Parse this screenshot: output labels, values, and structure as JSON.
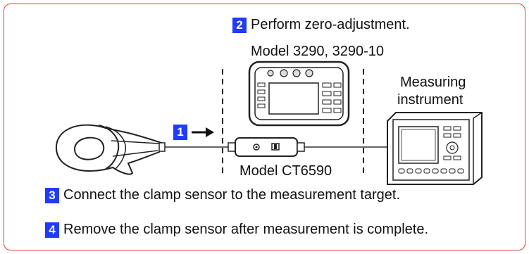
{
  "step2": {
    "number": "2",
    "text": "Perform zero-adjustment."
  },
  "model_3290": "Model 3290, 3290-10",
  "measuring_instrument": {
    "line1": "Measuring",
    "line2": "instrument"
  },
  "step1": {
    "number": "1"
  },
  "model_ct6590": "Model CT6590",
  "step3": {
    "number": "3",
    "text": "Connect the clamp sensor to the measurement target."
  },
  "step4": {
    "number": "4",
    "text": "Remove the clamp sensor after measurement is complete."
  },
  "colors": {
    "frame": "#e04040",
    "badge": "#1f3bff"
  },
  "icons": [
    "clamp-sensor-icon",
    "arrow-right-icon",
    "ct6590-adapter-icon",
    "model-3290-device-icon",
    "measuring-instrument-icon"
  ]
}
